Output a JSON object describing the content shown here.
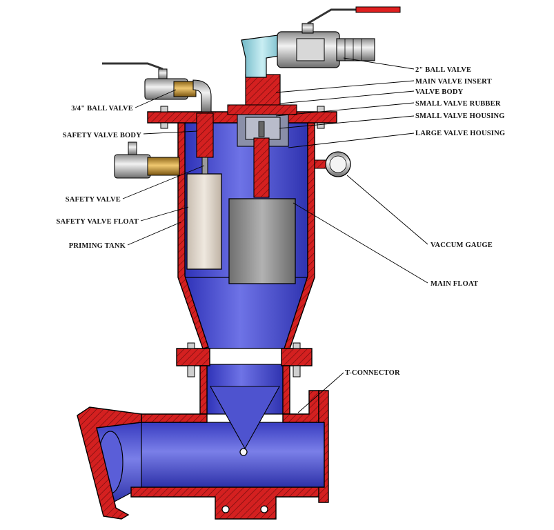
{
  "labels": {
    "ball_valve_2in": "2\" BALL VALVE",
    "main_valve_insert": "MAIN VALVE INSERT",
    "valve_body": "VALVE BODY",
    "small_valve_rubber": "SMALL VALVE RUBBER",
    "small_valve_housing": "SMALL VALVE HOUSING",
    "large_valve_housing": "LARGE VALVE HOUSING",
    "ball_valve_3_4in": "3/4\" BALL VALVE",
    "safety_valve_body": "SAFETY VALVE BODY",
    "safety_valve": "SAFETY VALVE",
    "safety_valve_float": "SAFETY VALVE FLOAT",
    "priming_tank": "PRIMING TANK",
    "vacuum_gauge": "VACCUM GAUGE",
    "main_float": "MAIN FLOAT",
    "t_connector": "T-CONNECTOR"
  },
  "colors": {
    "section_red": "#d42020",
    "tank_blue": "#4b4fd0",
    "valve_cyan": "#9fd3dd",
    "brass": "#c89a3a",
    "float_beige": "#dcd2c6",
    "main_float_grey": "#8c8c8c",
    "handle_red": "#e02020"
  },
  "icons": {
    "vacuum_gauge": "gauge-icon",
    "ball_valve": "ball-valve-icon"
  }
}
